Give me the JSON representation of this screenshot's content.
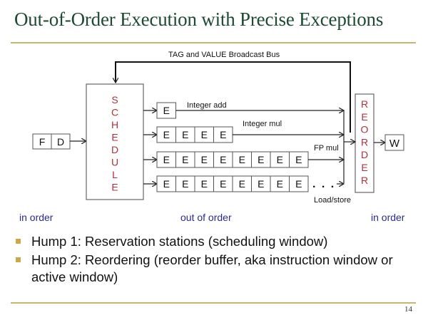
{
  "slide": {
    "title": "Out-of-Order Execution with Precise Exceptions",
    "page_number": "14",
    "accent_color": "#c9b56e",
    "title_color": "#1d4a34"
  },
  "diagram": {
    "bus_label": "TAG and VALUE Broadcast Bus",
    "fetch_label": "F",
    "decode_label": "D",
    "scheduler_letters": [
      "S",
      "C",
      "H",
      "E",
      "D",
      "U",
      "L",
      "E"
    ],
    "reorder_letters": [
      "R",
      "E",
      "O",
      "R",
      "D",
      "E",
      "R"
    ],
    "writeback_label": "W",
    "exec_stage_label": "E",
    "pipelines": [
      {
        "name": "Integer add",
        "stages": 1
      },
      {
        "name": "Integer mul",
        "stages": 4
      },
      {
        "name": "FP mul",
        "stages": 8
      },
      {
        "name": "Load/store",
        "stages": 8,
        "continues": true
      }
    ],
    "ellipsis": ". . .",
    "letter_color": "#b03040",
    "order_labels": {
      "left": "in order",
      "middle": "out of order",
      "right": "in order"
    }
  },
  "bullets": [
    "Hump 1: Reservation stations (scheduling window)",
    "Hump 2: Reordering (reorder buffer, aka instruction window or active window)"
  ]
}
